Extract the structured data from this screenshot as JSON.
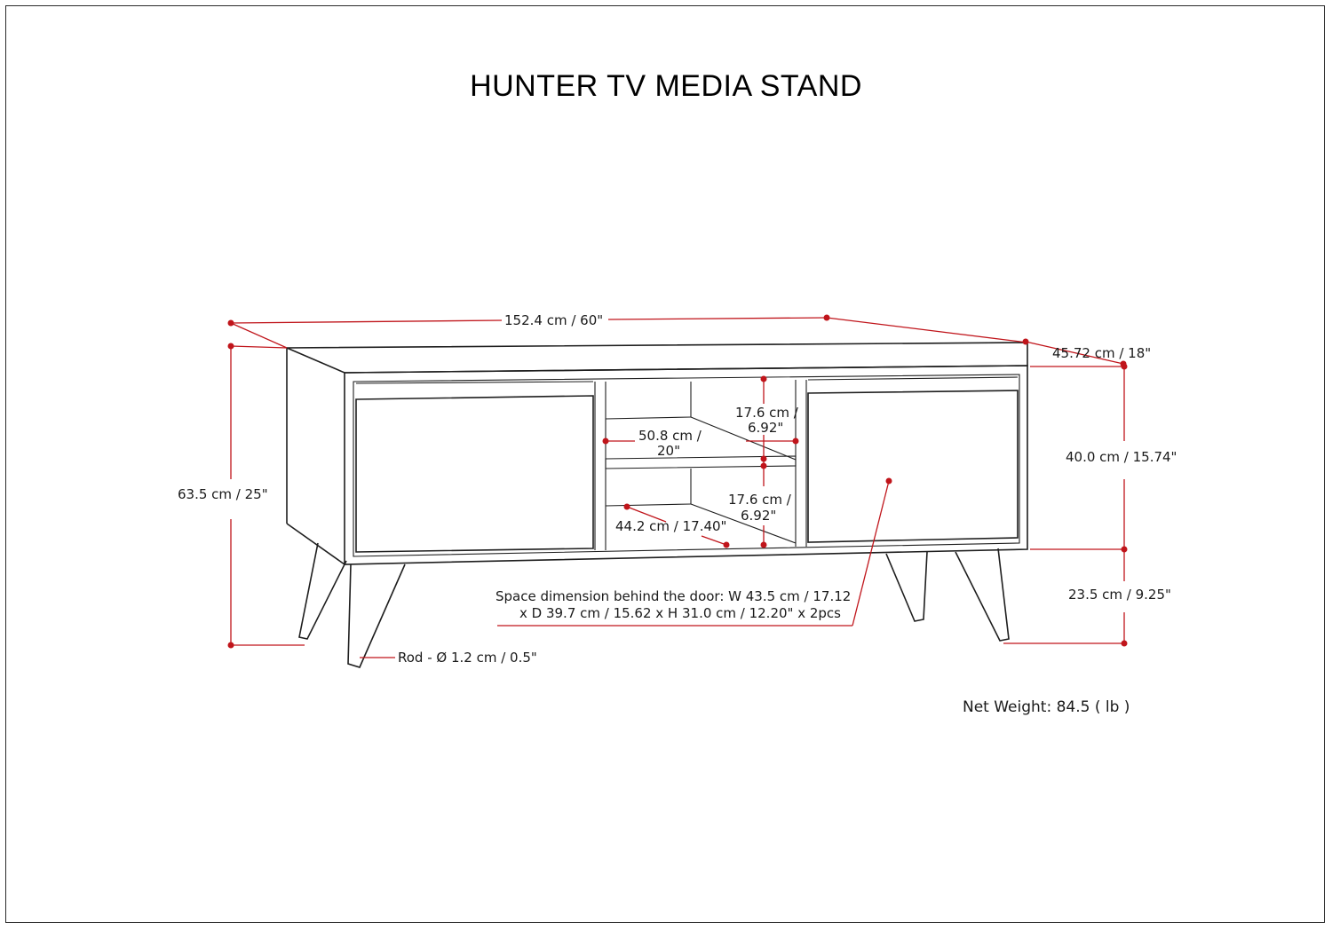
{
  "title": "HUNTER TV MEDIA STAND",
  "dimensions": {
    "width": "152.4 cm / 60\"",
    "depth": "45.72 cm / 18\"",
    "total_height": "63.5 cm / 25\"",
    "body_height": "40.0 cm / 15.74\"",
    "leg_height": "23.5 cm / 9.25\"",
    "shelf_upper_height_line1": "17.6 cm /",
    "shelf_upper_height_line2": "6.92\"",
    "shelf_lower_height_line1": "17.6 cm /",
    "shelf_lower_height_line2": "6.92\"",
    "shelf_width_line1": "50.8 cm /",
    "shelf_width_line2": "20\"",
    "shelf_depth": "44.2 cm / 17.40\"",
    "rod": "Rod - Ø 1.2 cm / 0.5\""
  },
  "door_space": {
    "line1": "Space dimension behind the door:  W 43.5 cm / 17.12",
    "line2": "x D 39.7 cm / 15.62 x H 31.0 cm / 12.20\" x 2pcs"
  },
  "net_weight": "Net Weight: 84.5 ( lb )",
  "colors": {
    "dimension_line": "#c0151b",
    "outline": "#1e1e1e"
  }
}
